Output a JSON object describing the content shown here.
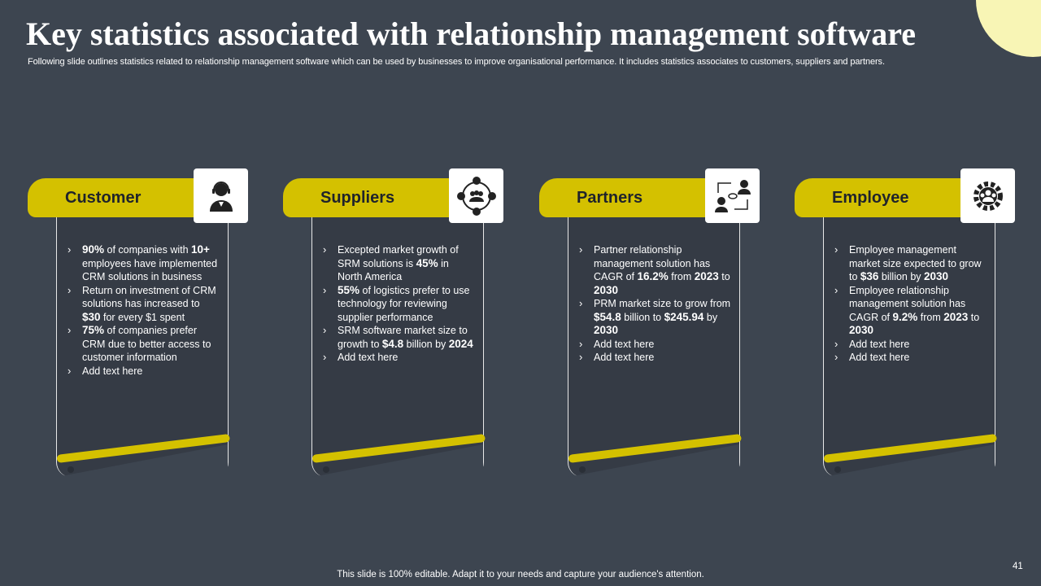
{
  "title": "Key statistics associated with relationship management software",
  "subtitle": "Following slide outlines statistics related to relationship management software which can be used by businesses to improve organisational performance. It includes statistics associates to customers, suppliers and partners.",
  "cards": [
    {
      "label": "Customer",
      "icon": "customer-service-icon",
      "items": [
        [
          {
            "t": "90%",
            "b": true
          },
          {
            "t": " of companies with "
          },
          {
            "t": "10+",
            "b": true
          },
          {
            "t": " employees have implemented CRM solutions in business"
          }
        ],
        [
          {
            "t": "Return on investment of CRM solutions has increased to "
          },
          {
            "t": "$30",
            "b": true
          },
          {
            "t": " for every $1 spent"
          }
        ],
        [
          {
            "t": "75%",
            "b": true
          },
          {
            "t": " of companies prefer CRM due to better access to customer information"
          }
        ],
        [
          {
            "t": "Add text here"
          }
        ]
      ]
    },
    {
      "label": "Suppliers",
      "icon": "supplier-network-icon",
      "items": [
        [
          {
            "t": "Excepted market growth of SRM solutions is "
          },
          {
            "t": "45%",
            "b": true
          },
          {
            "t": " in North America"
          }
        ],
        [
          {
            "t": "55%",
            "b": true
          },
          {
            "t": " of logistics prefer to use technology for reviewing supplier performance"
          }
        ],
        [
          {
            "t": "SRM software market size to growth to "
          },
          {
            "t": "$4.8",
            "b": true
          },
          {
            "t": " billion by "
          },
          {
            "t": "2024",
            "b": true
          }
        ],
        [
          {
            "t": "Add text here"
          }
        ]
      ]
    },
    {
      "label": "Partners",
      "icon": "partners-exchange-icon",
      "items": [
        [
          {
            "t": "Partner relationship management solution has CAGR of "
          },
          {
            "t": "16.2%",
            "b": true
          },
          {
            "t": " from "
          },
          {
            "t": "2023",
            "b": true
          },
          {
            "t": " to "
          },
          {
            "t": "2030",
            "b": true
          }
        ],
        [
          {
            "t": "PRM market size to grow from "
          },
          {
            "t": "$54.8",
            "b": true
          },
          {
            "t": " billion to "
          },
          {
            "t": "$245.94",
            "b": true
          },
          {
            "t": " by "
          },
          {
            "t": "2030",
            "b": true
          }
        ],
        [
          {
            "t": "Add text here"
          }
        ],
        [
          {
            "t": "Add text here"
          }
        ]
      ]
    },
    {
      "label": "Employee",
      "icon": "employee-gear-icon",
      "items": [
        [
          {
            "t": "Employee management market size expected to grow to "
          },
          {
            "t": "$36",
            "b": true
          },
          {
            "t": " billion by "
          },
          {
            "t": "2030",
            "b": true
          }
        ],
        [
          {
            "t": "Employee relationship management solution has CAGR of "
          },
          {
            "t": "9.2%",
            "b": true
          },
          {
            "t": " from "
          },
          {
            "t": "2023",
            "b": true
          },
          {
            "t": " to "
          },
          {
            "t": "2030",
            "b": true
          }
        ],
        [
          {
            "t": "Add text here"
          }
        ],
        [
          {
            "t": "Add text here"
          }
        ]
      ]
    }
  ],
  "footer": "This slide is 100% editable. Adapt it to your needs and capture your audience's attention.",
  "page_number": "41",
  "colors": {
    "background": "#3d4550",
    "accent": "#d4c100",
    "card": "#353b45",
    "corner": "#f8f5b5"
  }
}
